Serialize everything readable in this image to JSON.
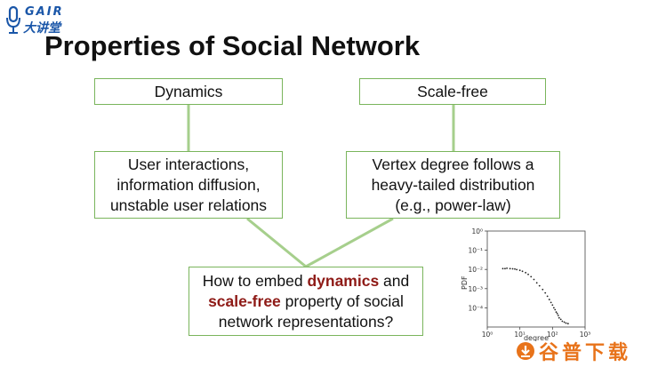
{
  "logo": {
    "top": "GAIR",
    "bottom": "大讲堂"
  },
  "slide": {
    "title": "Properties of Social Network",
    "boxes": {
      "dynamics": "Dynamics",
      "scale_free": "Scale-free",
      "user_interactions": [
        "User interactions,",
        "information diffusion,",
        "unstable user relations"
      ],
      "vertex_degree": [
        "Vertex degree follows a",
        "heavy-tailed distribution",
        "(e.g., power-law)"
      ],
      "question": {
        "line1_pre": "How to embed ",
        "line1_hl": "dynamics",
        "line1_post": " and",
        "line2_hl": "scale-free",
        "line2_post": " property of social",
        "line3": "network representations?"
      }
    }
  },
  "colors": {
    "box_border": "#7ab55c",
    "connector": "#a6cf8c",
    "highlight": "#8e1a16",
    "logo": "#1a56a8",
    "watermark": "#e8731a"
  },
  "chart_data": {
    "type": "scatter",
    "xlabel": "degree",
    "ylabel": "PDF",
    "x_scale": "log",
    "y_scale": "log",
    "xlim": [
      1,
      1000
    ],
    "ylim": [
      1e-05,
      1
    ],
    "x_ticks": [
      "10⁰",
      "10¹",
      "10²",
      "10³"
    ],
    "y_ticks": [
      "10⁰",
      "10⁻¹",
      "10⁻²",
      "10⁻³",
      "10⁻⁴"
    ],
    "grid": false,
    "series": [
      {
        "points": [
          [
            3,
            0.011
          ],
          [
            3.5,
            0.011
          ],
          [
            4,
            0.0115
          ],
          [
            5,
            0.011
          ],
          [
            6,
            0.0108
          ],
          [
            7,
            0.0105
          ],
          [
            8,
            0.0098
          ],
          [
            10,
            0.009
          ],
          [
            12,
            0.008
          ],
          [
            15,
            0.0068
          ],
          [
            18,
            0.0055
          ],
          [
            22,
            0.0042
          ],
          [
            27,
            0.003
          ],
          [
            33,
            0.002
          ],
          [
            40,
            0.0014
          ],
          [
            50,
            0.0009
          ],
          [
            60,
            0.0006
          ],
          [
            70,
            0.0004
          ],
          [
            80,
            0.00027
          ],
          [
            90,
            0.00019
          ],
          [
            100,
            0.00014
          ],
          [
            110,
            0.0001
          ],
          [
            120,
            8e-05
          ],
          [
            130,
            6e-05
          ],
          [
            140,
            5e-05
          ],
          [
            150,
            4e-05
          ],
          [
            160,
            3e-05
          ],
          [
            180,
            2.5e-05
          ],
          [
            200,
            2e-05
          ],
          [
            230,
            1.8e-05
          ],
          [
            260,
            1.6e-05
          ],
          [
            300,
            1.5e-05
          ]
        ]
      }
    ]
  },
  "watermark": {
    "text": "谷普下载"
  }
}
